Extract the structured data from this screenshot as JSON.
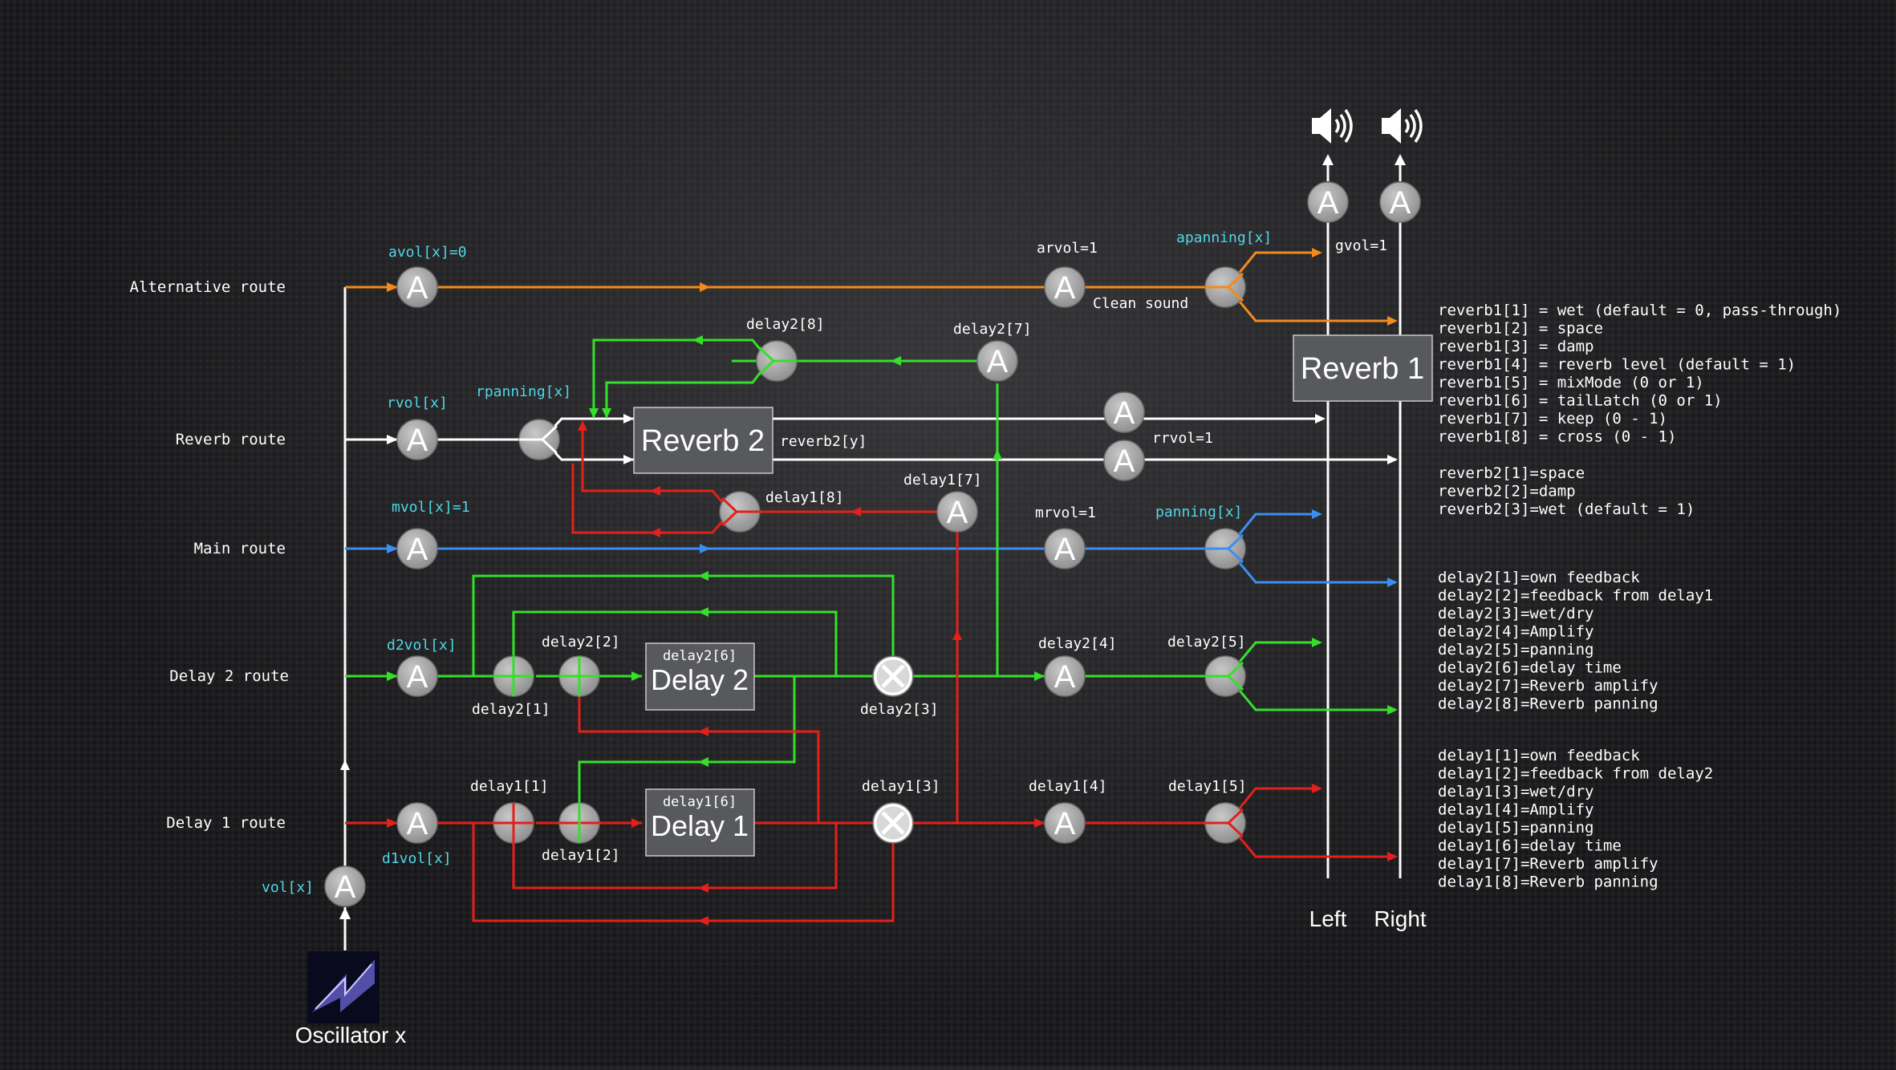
{
  "colors": {
    "orange": "#f28a1e",
    "white": "#ffffff",
    "blue": "#3c8ef0",
    "green": "#34e02a",
    "red": "#e3201b",
    "param_label": "#4fd6e6",
    "node_fill": "#a9a9a9",
    "box_fill": "#58595c",
    "background": "#1c1c1e"
  },
  "routes": {
    "alternative": "Alternative route",
    "reverb": "Reverb route",
    "main": "Main route",
    "delay2": "Delay 2 route",
    "delay1": "Delay 1 route"
  },
  "params": {
    "avol": "avol[x]=0",
    "rvol": "rvol[x]",
    "rpanning": "rpanning[x]",
    "mvol": "mvol[x]=1",
    "d2vol": "d2vol[x]",
    "d1vol": "d1vol[x]",
    "vol": "vol[x]",
    "apanning": "apanning[x]",
    "panning": "panning[x]"
  },
  "labels": {
    "arvol": "arvol=1",
    "clean_sound": "Clean sound",
    "gvol": "gvol=1",
    "rrvol": "rrvol=1",
    "mrvol": "mrvol=1",
    "reverb2_y": "reverb2[y]",
    "delay2_8": "delay2[8]",
    "delay2_7": "delay2[7]",
    "delay1_8": "delay1[8]",
    "delay1_7": "delay1[7]",
    "delay2_1": "delay2[1]",
    "delay2_2": "delay2[2]",
    "delay2_3": "delay2[3]",
    "delay2_4": "delay2[4]",
    "delay2_5": "delay2[5]",
    "delay2_6": "delay2[6]",
    "delay1_1": "delay1[1]",
    "delay1_2": "delay1[2]",
    "delay1_3": "delay1[3]",
    "delay1_4": "delay1[4]",
    "delay1_5": "delay1[5]",
    "delay1_6": "delay1[6]",
    "left": "Left",
    "right": "Right",
    "oscillator": "Oscillator x"
  },
  "boxes": {
    "reverb1": "Reverb 1",
    "reverb2": "Reverb 2",
    "delay2": "Delay 2",
    "delay1": "Delay 1"
  },
  "node_letter": "A",
  "icons": {
    "speaker": "speaker-icon",
    "oscillator": "oscillator-icon"
  },
  "legend": {
    "reverb1": [
      "reverb1[1] = wet (default = 0, pass-through)",
      "reverb1[2] = space",
      "reverb1[3] = damp",
      "reverb1[4] = reverb level (default = 1)",
      "reverb1[5] = mixMode (0 or 1)",
      "reverb1[6] = tailLatch (0 or 1)",
      "reverb1[7] = keep (0 - 1)",
      "reverb1[8] = cross (0 - 1)"
    ],
    "reverb2": [
      "reverb2[1]=space",
      "reverb2[2]=damp",
      "reverb2[3]=wet (default = 1)"
    ],
    "delay2": [
      "delay2[1]=own feedback",
      "delay2[2]=feedback from delay1",
      "delay2[3]=wet/dry",
      "delay2[4]=Amplify",
      "delay2[5]=panning",
      "delay2[6]=delay time",
      "delay2[7]=Reverb amplify",
      "delay2[8]=Reverb panning"
    ],
    "delay1": [
      "delay1[1]=own feedback",
      "delay1[2]=feedback from delay2",
      "delay1[3]=wet/dry",
      "delay1[4]=Amplify",
      "delay1[5]=panning",
      "delay1[6]=delay time",
      "delay1[7]=Reverb amplify",
      "delay1[8]=Reverb panning"
    ]
  }
}
